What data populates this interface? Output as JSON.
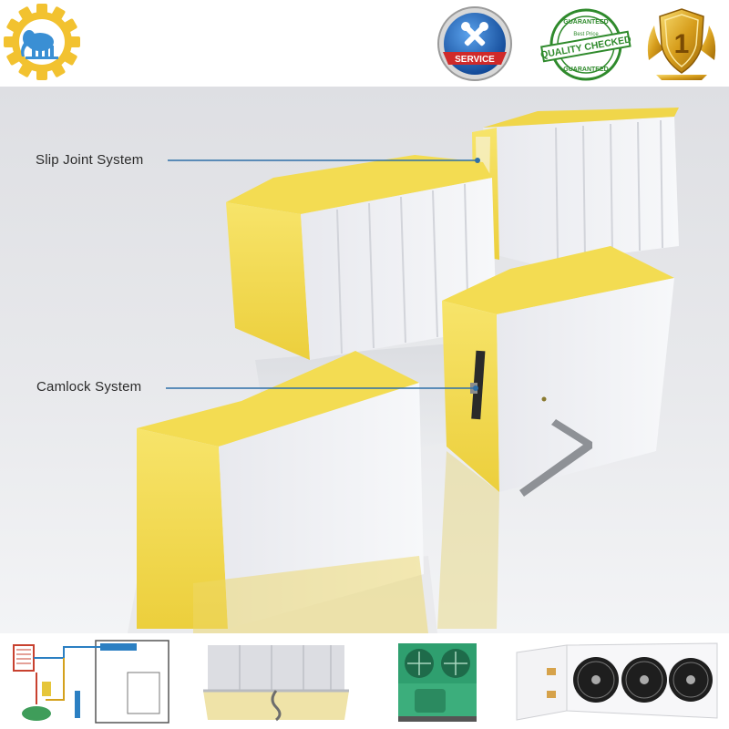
{
  "header": {
    "badges": {
      "service_text": "SERVICE",
      "quality_top": "GUARANTEED",
      "quality_small": "Best Price",
      "quality_main": "QUALITY CHECKED",
      "quality_bottom": "GUARANTEED",
      "rank_text": "1"
    }
  },
  "main": {
    "callouts": [
      {
        "label": "Slip Joint System"
      },
      {
        "label": "Camlock System"
      }
    ]
  },
  "colors": {
    "foam_yellow": "#f2dc55",
    "panel_white": "#f2f3f6",
    "callout_line": "#2e6fa8",
    "service_blue": "#1f63b8",
    "quality_green": "#2f8a2c",
    "gold": "#d9a420"
  },
  "footer": {
    "thumbnails": [
      "refrigeration-diagram",
      "sandwich-panel",
      "condensing-unit",
      "evaporator-fans"
    ]
  }
}
